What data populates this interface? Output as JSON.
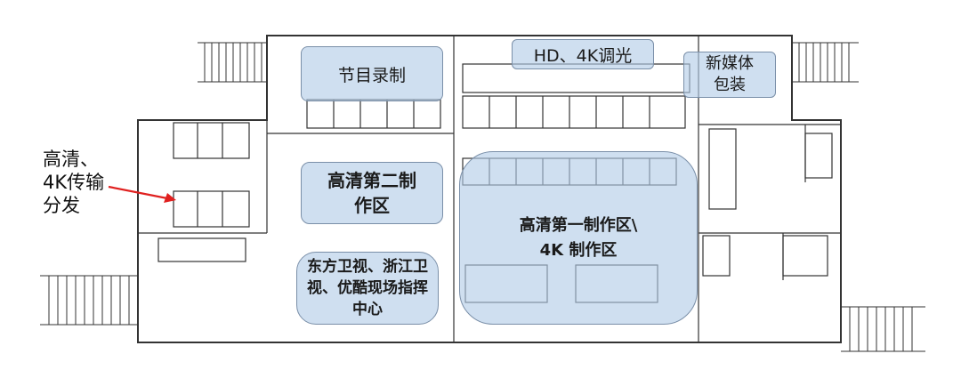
{
  "zones": {
    "recording": "节目录制",
    "dimming": "HD、4K调光",
    "new_media": "新媒体包装",
    "hd_second": "高清第二制作区",
    "hd_first_line1": "高清第一制作区\\",
    "hd_first_line2": "4K 制作区",
    "command_center": "东方卫视、浙江卫视、优酷现场指挥中心",
    "transmission": "高清、4K传输分发"
  },
  "colors": {
    "zone_fill": "#b2cce6",
    "zone_border": "#7a8fa8",
    "arrow": "#e0201f",
    "walls": "#333333"
  }
}
